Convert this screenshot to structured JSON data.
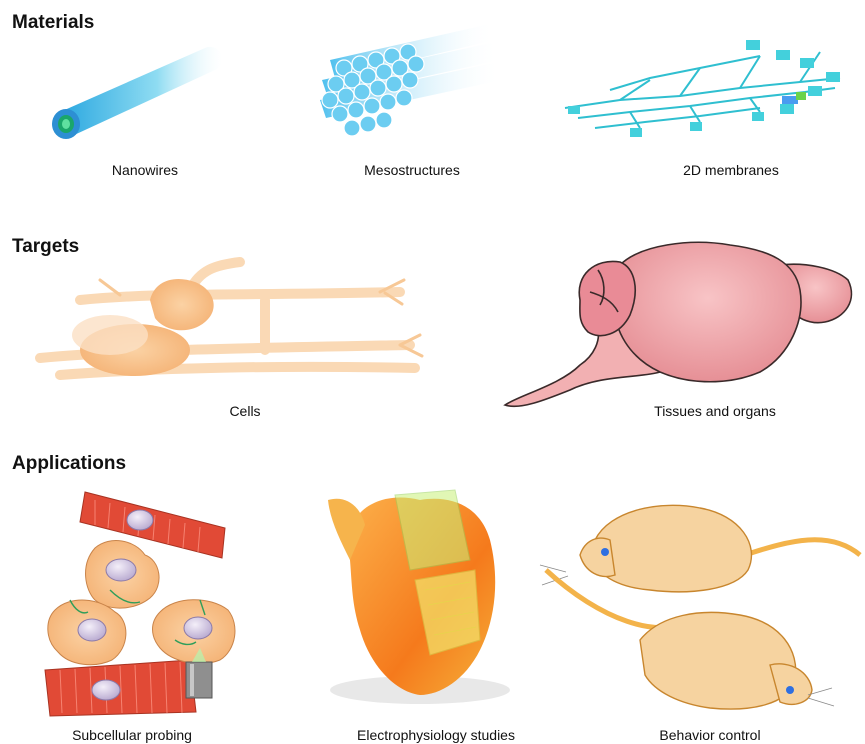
{
  "sections": {
    "materials": {
      "title": "Materials",
      "items": [
        "Nanowires",
        "Mesostructures",
        "2D membranes"
      ]
    },
    "targets": {
      "title": "Targets",
      "items": [
        "Cells",
        "Tissues and organs"
      ]
    },
    "applications": {
      "title": "Applications",
      "items": [
        "Subcellular probing",
        "Electrophysiology studies",
        "Behavior control"
      ]
    }
  },
  "colors": {
    "nanowire": "#5fc3ea",
    "mesh": "#3ec6d6",
    "cell": "#f7c08a",
    "brain": "#f2a2a8",
    "muscle": "#e2543c",
    "heart": "#f59a2c",
    "rat": "#f6d3a0"
  }
}
